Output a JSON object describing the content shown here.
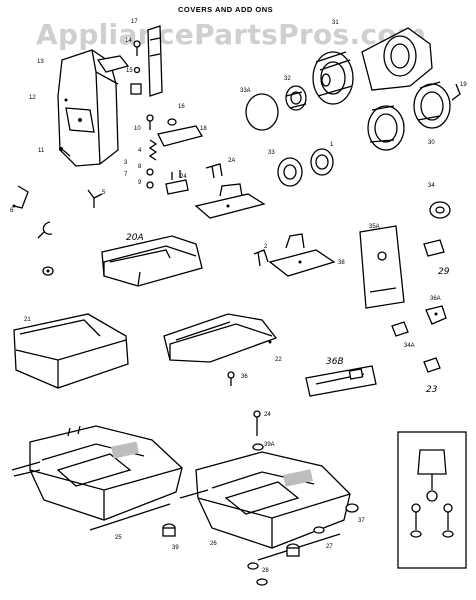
{
  "title": "COVERS AND ADD ONS",
  "watermark": "AppliancePartsPros.com",
  "callouts": [
    "17",
    "13",
    "12",
    "14",
    "15",
    "10",
    "16",
    "18",
    "4",
    "8",
    "9",
    "3",
    "7",
    "11",
    "6",
    "5",
    "20A",
    "2A",
    "2",
    "24",
    "33A",
    "32",
    "31",
    "30",
    "19",
    "33",
    "1",
    "38",
    "34",
    "35A",
    "29",
    "21",
    "22",
    "36",
    "36A",
    "34A",
    "36B",
    "23",
    "24",
    "39A",
    "25",
    "39",
    "26",
    "27",
    "28",
    "37"
  ]
}
